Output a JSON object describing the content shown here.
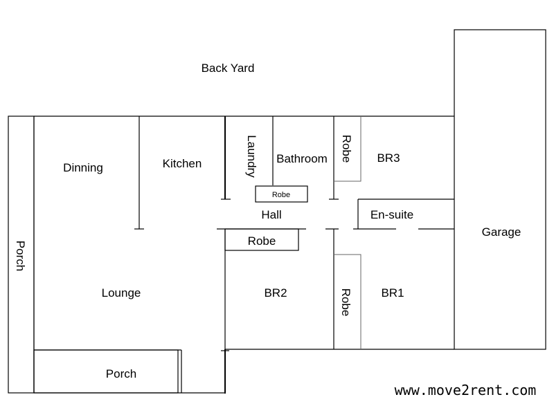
{
  "labels": {
    "back_yard": "Back Yard",
    "dinning": "Dinning",
    "kitchen": "Kitchen",
    "laundry": "Laundry",
    "bathroom": "Bathroom",
    "robe_top_small": "Robe",
    "robe_br3": "Robe",
    "br3": "BR3",
    "hall": "Hall",
    "en_suite": "En-suite",
    "garage": "Garage",
    "robe_br2": "Robe",
    "porch_side": "Porch",
    "lounge": "Lounge",
    "br2": "BR2",
    "robe_br1": "Robe",
    "br1": "BR1",
    "porch_front": "Porch"
  },
  "watermark": "www.move2rent.com"
}
